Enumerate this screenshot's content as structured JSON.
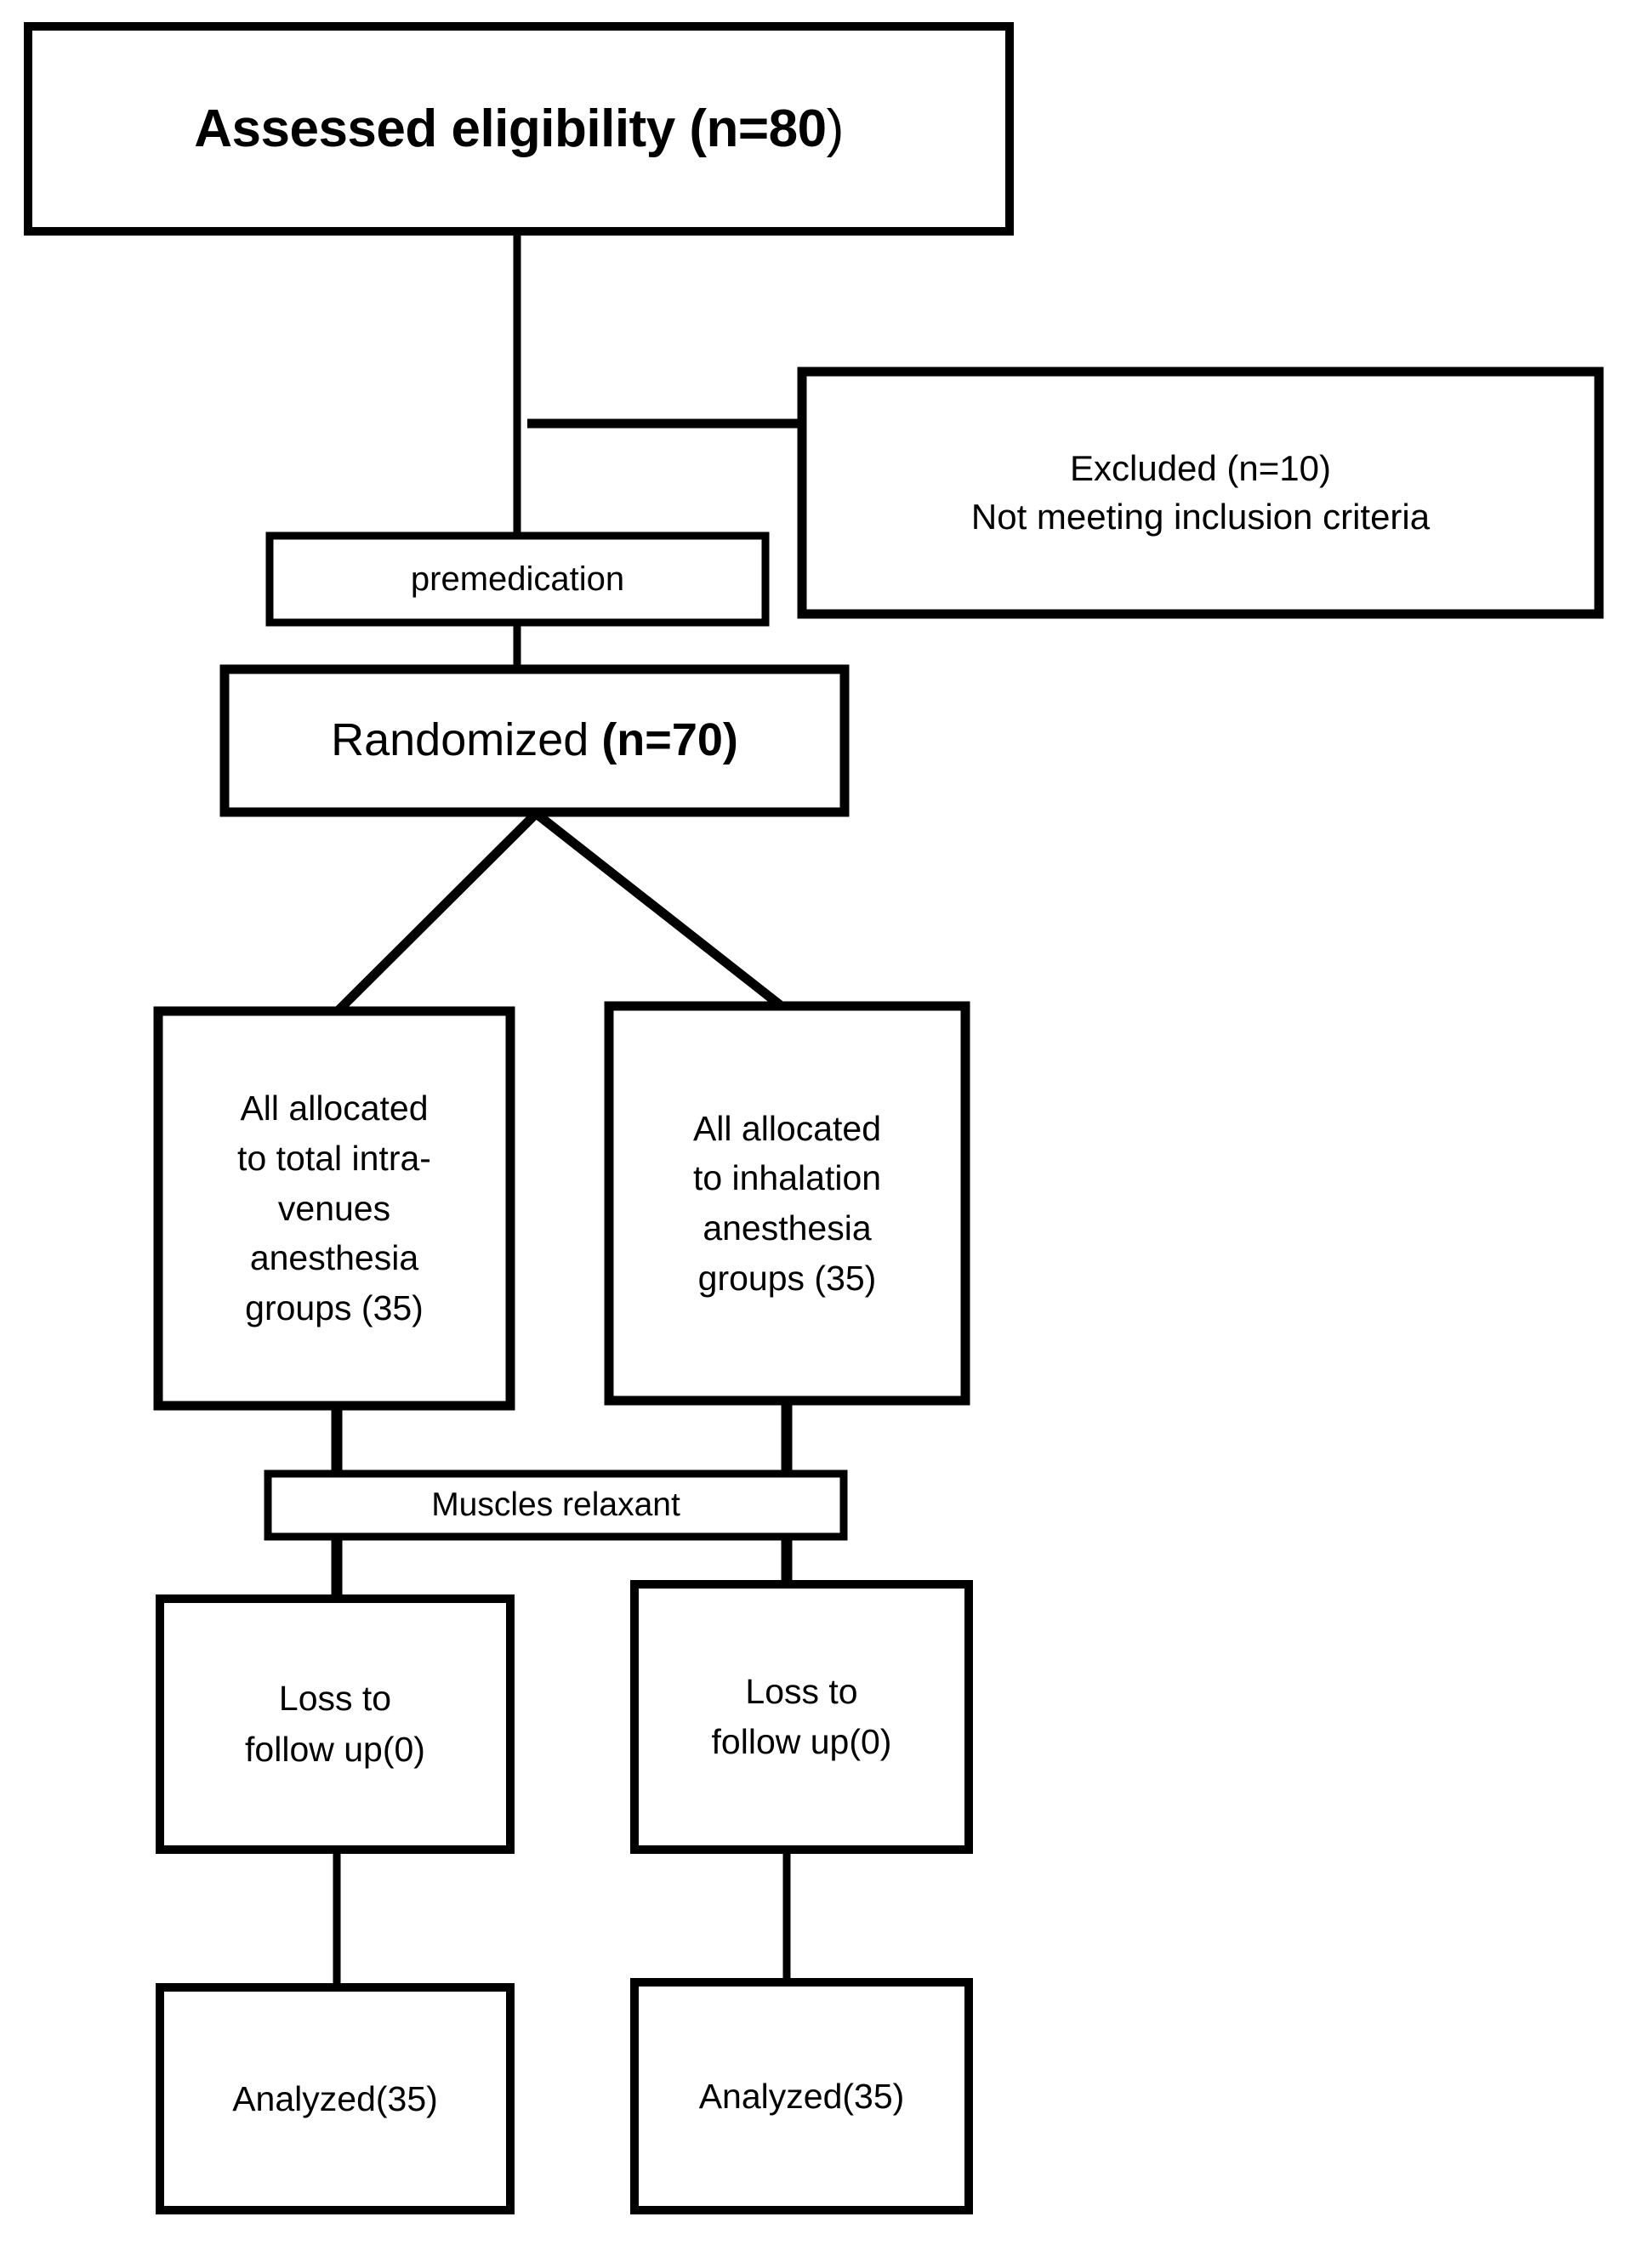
{
  "diagram": {
    "type": "consort-flow-diagram",
    "title": "CONSORT participant flow diagram",
    "background_color": "#ffffff",
    "line_color": "#000000",
    "text_color": "#000000"
  },
  "nodes": {
    "assessed": {
      "label_main": "Assessed eligibility (n=80",
      "label_tail": ")",
      "full_text": "Assessed eligibility (n=80)",
      "n": 80
    },
    "excluded": {
      "line1": "Excluded (n=10)",
      "line2": "Not meeting inclusion criteria",
      "n": 10
    },
    "premedication": {
      "label": "premedication"
    },
    "randomized": {
      "label_main": "Randomized ",
      "label_bold": "(n=70)",
      "full_text": "Randomized (n=70)",
      "n": 70
    },
    "alloc_left": {
      "line1": "All allocated",
      "line2": "to total intra-",
      "line3": "venues",
      "line4": "anesthesia",
      "line5": "groups (35)",
      "n": 35
    },
    "alloc_right": {
      "line1": "All allocated",
      "line2": "to inhalation",
      "line3": "anesthesia",
      "line4": "groups (35)",
      "n": 35
    },
    "muscles_relaxant": {
      "label": "Muscles relaxant"
    },
    "loss_left": {
      "line1": "Loss to",
      "line2": "follow up(0)",
      "n": 0
    },
    "loss_right": {
      "line1": "Loss to",
      "line2": "follow up(0)",
      "n": 0
    },
    "analyzed_left": {
      "label": "Analyzed(35)",
      "n": 35
    },
    "analyzed_right": {
      "label": "Analyzed(35)",
      "n": 35
    }
  },
  "chart_data": {
    "type": "diagram",
    "title": "CONSORT flow diagram",
    "nodes": [
      {
        "id": "assessed",
        "text": "Assessed eligibility (n=80)",
        "n": 80
      },
      {
        "id": "excluded",
        "text": "Excluded (n=10) Not meeting inclusion criteria",
        "n": 10
      },
      {
        "id": "premedication",
        "text": "premedication"
      },
      {
        "id": "randomized",
        "text": "Randomized (n=70)",
        "n": 70
      },
      {
        "id": "alloc_left",
        "text": "All allocated to total intra-venues anesthesia groups (35)",
        "n": 35
      },
      {
        "id": "alloc_right",
        "text": "All allocated to inhalation anesthesia groups (35)",
        "n": 35
      },
      {
        "id": "muscles_relaxant",
        "text": "Muscles relaxant"
      },
      {
        "id": "loss_left",
        "text": "Loss to follow up(0)",
        "n": 0
      },
      {
        "id": "loss_right",
        "text": "Loss to follow up(0)",
        "n": 0
      },
      {
        "id": "analyzed_left",
        "text": "Analyzed(35)",
        "n": 35
      },
      {
        "id": "analyzed_right",
        "text": "Analyzed(35)",
        "n": 35
      }
    ],
    "edges": [
      {
        "from": "assessed",
        "to": "excluded"
      },
      {
        "from": "assessed",
        "to": "premedication"
      },
      {
        "from": "premedication",
        "to": "randomized"
      },
      {
        "from": "randomized",
        "to": "alloc_left"
      },
      {
        "from": "randomized",
        "to": "alloc_right"
      },
      {
        "from": "alloc_left",
        "to": "muscles_relaxant"
      },
      {
        "from": "alloc_right",
        "to": "muscles_relaxant"
      },
      {
        "from": "muscles_relaxant",
        "to": "loss_left"
      },
      {
        "from": "muscles_relaxant",
        "to": "loss_right"
      },
      {
        "from": "loss_left",
        "to": "analyzed_left"
      },
      {
        "from": "loss_right",
        "to": "analyzed_right"
      }
    ]
  }
}
